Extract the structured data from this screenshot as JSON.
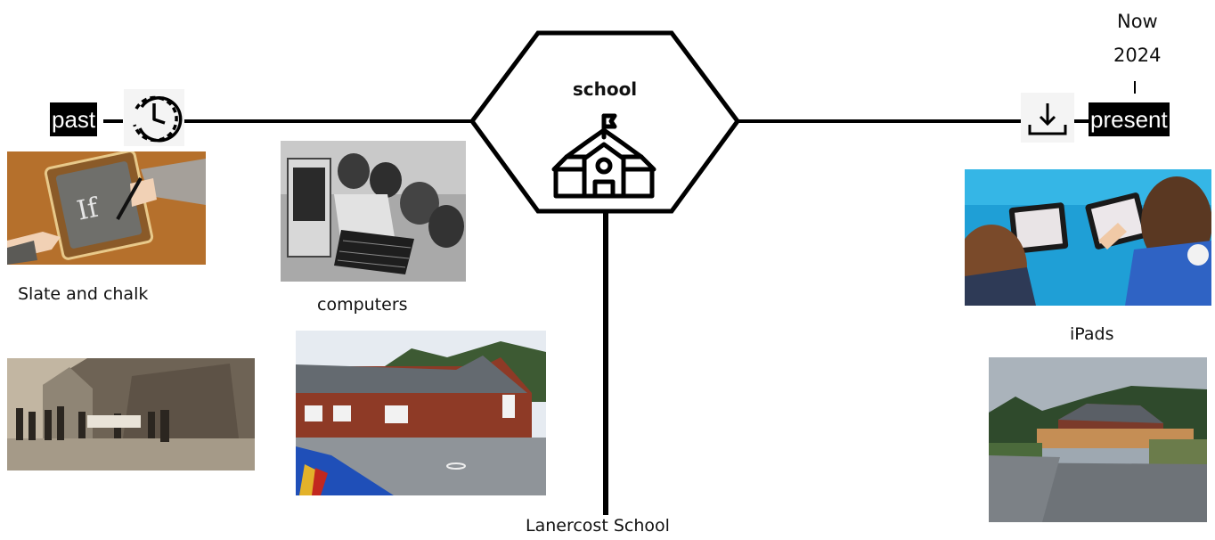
{
  "timeline": {
    "left_label": "past",
    "right_label": "present",
    "now_label": "Now",
    "year_label": "2024",
    "center_title": "school",
    "center_caption": "Lanercost School",
    "left_icon": "history-clock-icon",
    "right_icon": "download-tray-icon",
    "center_icon": "schoolhouse-icon"
  },
  "items": {
    "slate": {
      "caption": "Slate and chalk",
      "slate_text": "If"
    },
    "computers": {
      "caption": "computers"
    },
    "ipads": {
      "caption": "iPads"
    },
    "old_school": {
      "caption": ""
    },
    "school_building": {
      "caption": ""
    },
    "school_now": {
      "caption": ""
    }
  },
  "colors": {
    "line": "#000000",
    "label_bg": "#000000",
    "label_text": "#ffffff"
  }
}
